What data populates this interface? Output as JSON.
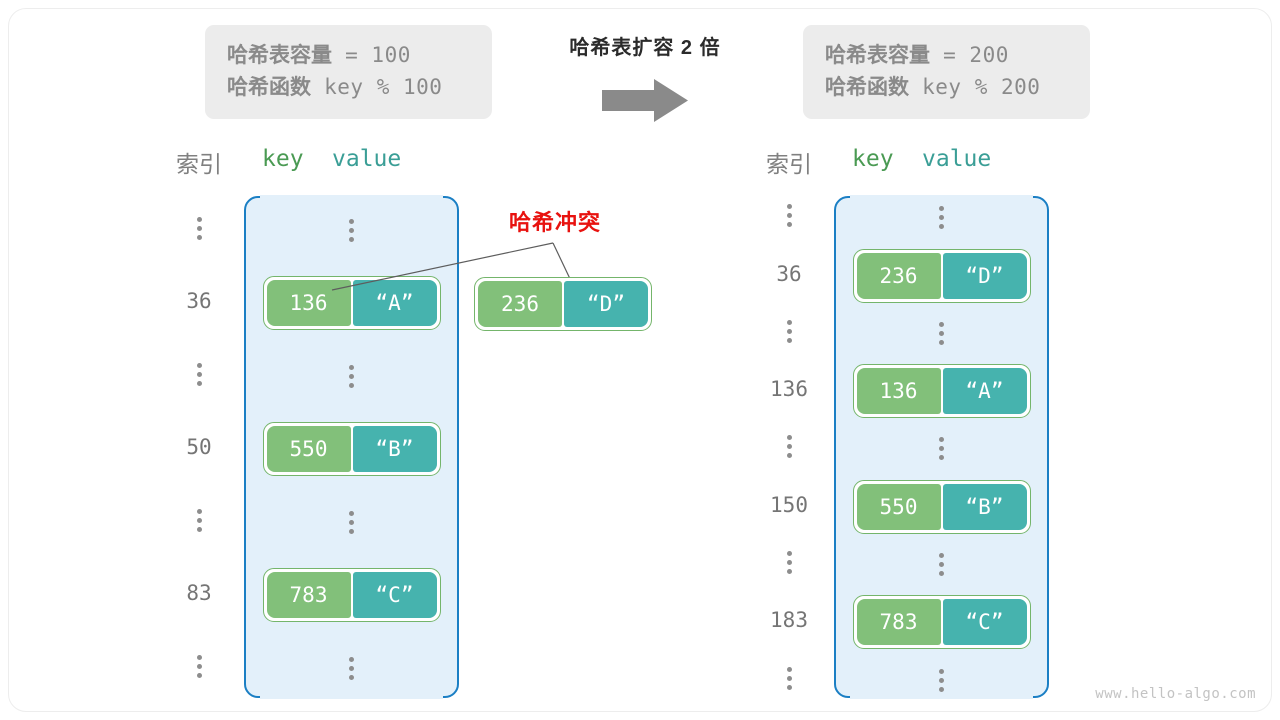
{
  "meta": {
    "watermark": "www.hello-algo.com"
  },
  "transition": {
    "title": "哈希表扩容 2 倍",
    "arrow_icon": "right-arrow-icon",
    "arrow_color": "#8a8a8a"
  },
  "left_panel": {
    "info": {
      "capacity_label": "哈希表容量",
      "capacity_expr": " = 100",
      "function_label": "哈希函数",
      "function_expr": " key % 100"
    },
    "headers": {
      "index": "索引",
      "key": "key",
      "value": "value"
    },
    "rows": [
      {
        "index": "⋮",
        "type": "dots",
        "key": null,
        "value": null
      },
      {
        "index": "36",
        "type": "pair",
        "key": "136",
        "value": "“A”"
      },
      {
        "index": "⋮",
        "type": "dots",
        "key": null,
        "value": null
      },
      {
        "index": "50",
        "type": "pair",
        "key": "550",
        "value": "“B”"
      },
      {
        "index": "⋮",
        "type": "dots",
        "key": null,
        "value": null
      },
      {
        "index": "83",
        "type": "pair",
        "key": "783",
        "value": "“C”"
      },
      {
        "index": "⋮",
        "type": "dots",
        "key": null,
        "value": null
      }
    ]
  },
  "right_panel": {
    "info": {
      "capacity_label": "哈希表容量",
      "capacity_expr": " = 200",
      "function_label": "哈希函数",
      "function_expr": " key % 200"
    },
    "headers": {
      "index": "索引",
      "key": "key",
      "value": "value"
    },
    "rows": [
      {
        "index": "⋮",
        "type": "dots",
        "key": null,
        "value": null
      },
      {
        "index": "36",
        "type": "pair",
        "key": "236",
        "value": "“D”"
      },
      {
        "index": "⋮",
        "type": "dots",
        "key": null,
        "value": null
      },
      {
        "index": "136",
        "type": "pair",
        "key": "136",
        "value": "“A”"
      },
      {
        "index": "⋮",
        "type": "dots",
        "key": null,
        "value": null
      },
      {
        "index": "150",
        "type": "pair",
        "key": "550",
        "value": "“B”"
      },
      {
        "index": "⋮",
        "type": "dots",
        "key": null,
        "value": null
      },
      {
        "index": "183",
        "type": "pair",
        "key": "783",
        "value": "“C”"
      },
      {
        "index": "⋮",
        "type": "dots",
        "key": null,
        "value": null
      }
    ]
  },
  "collision": {
    "label": "哈希冲突",
    "label_color": "#e8120f",
    "floating_pair": {
      "key": "236",
      "value": "“D”"
    }
  },
  "colors": {
    "bucket_fill": "#e3f0fa",
    "bucket_border": "#1b7fc4",
    "key_chip": "#82c07a",
    "value_chip": "#46b3ae",
    "pair_border": "#74b56b",
    "info_box": "#ececec",
    "index_text": "#757575",
    "header_key": "#4a9a53",
    "header_value": "#3a9e96"
  }
}
